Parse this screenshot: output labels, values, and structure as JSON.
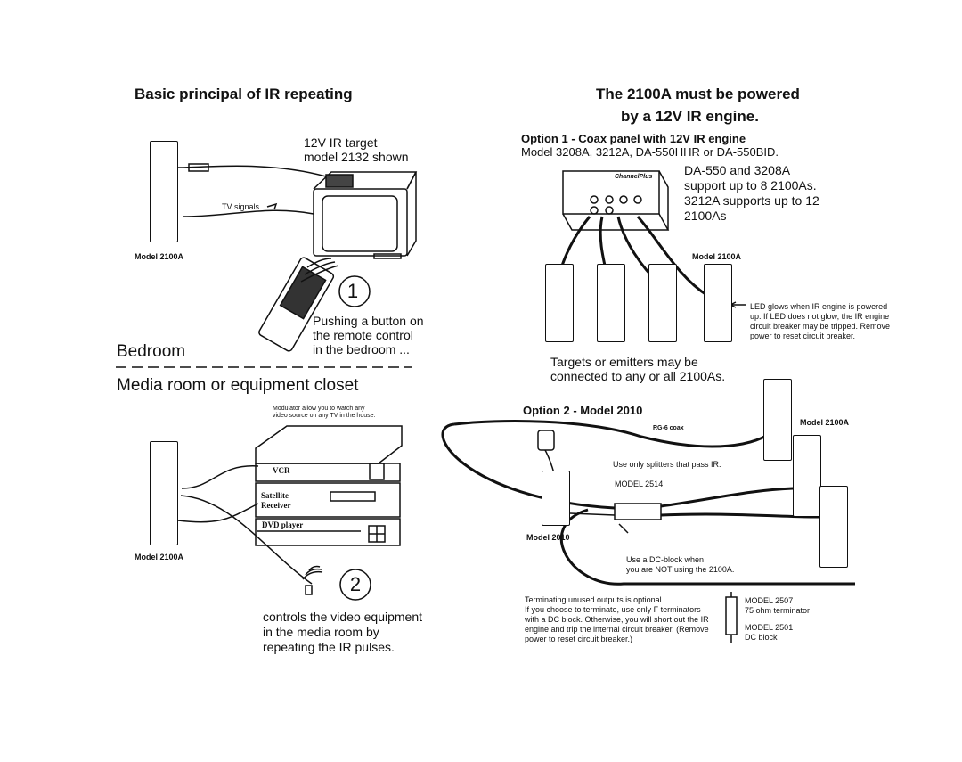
{
  "left": {
    "title": "Basic principal of IR repeating",
    "target_label_1": "12V IR target",
    "target_label_2": "model 2132 shown",
    "tv_signals": "TV signals",
    "model_top": "Model 2100A",
    "step1_num": "1",
    "step1_text": [
      "Pushing a button on",
      "the remote control",
      "in the bedroom ..."
    ],
    "bedroom": "Bedroom",
    "media_room": "Media room or equipment closet",
    "modulator_note": [
      "Modulator allow you to watch any",
      "video source on any TV in the house."
    ],
    "vcr": "VCR",
    "satellite": [
      "Satellite",
      "Receiver"
    ],
    "dvd": "DVD player",
    "model_bottom": "Model 2100A",
    "step2_num": "2",
    "step2_text": [
      "controls the video equipment",
      "in the media room by",
      "repeating the IR pulses."
    ]
  },
  "right": {
    "title_1": "The 2100A must be powered",
    "title_2": "by a 12V IR engine.",
    "option1_title": "Option 1 - Coax panel with 12V IR engine",
    "option1_models": "Model 3208A, 3212A, DA-550HHR or DA-550BID.",
    "support_note": [
      "DA-550 and 3208A",
      "support up to 8 2100As.",
      "3212A supports up to 12",
      "2100As"
    ],
    "panel_brand": "ChannelPlus",
    "model_2100a_1": "Model 2100A",
    "led_note": [
      "LED glows when IR engine is powered",
      "up. If LED does not glow, the IR engine",
      "circuit breaker may be tripped. Remove",
      "power to reset circuit breaker."
    ],
    "targets_note": [
      "Targets or emitters may be",
      "connected to any or all 2100As."
    ],
    "option2_title": "Option 2 - Model 2010",
    "model_2100a_2": "Model 2100A",
    "rg6": "RG-6 coax",
    "splitter_note": "Use only splitters that pass IR.",
    "model_2514": "MODEL 2514",
    "model_2010": "Model 2010",
    "dc_block_note": [
      "Use a DC-block when",
      "you are NOT using the 2100A."
    ],
    "terminating_note": [
      "Terminating unused outputs is optional.",
      "If you choose to terminate, use only F terminators",
      "with a DC block. Otherwise, you will short out the IR",
      "engine and trip the internal circuit breaker. (Remove",
      "power to reset circuit breaker.)"
    ],
    "model_2507": [
      "MODEL 2507",
      "75 ohm terminator"
    ],
    "model_2501": [
      "MODEL 2501",
      "DC block"
    ]
  },
  "colors": {
    "ink": "#111111",
    "paper": "#ffffff"
  }
}
